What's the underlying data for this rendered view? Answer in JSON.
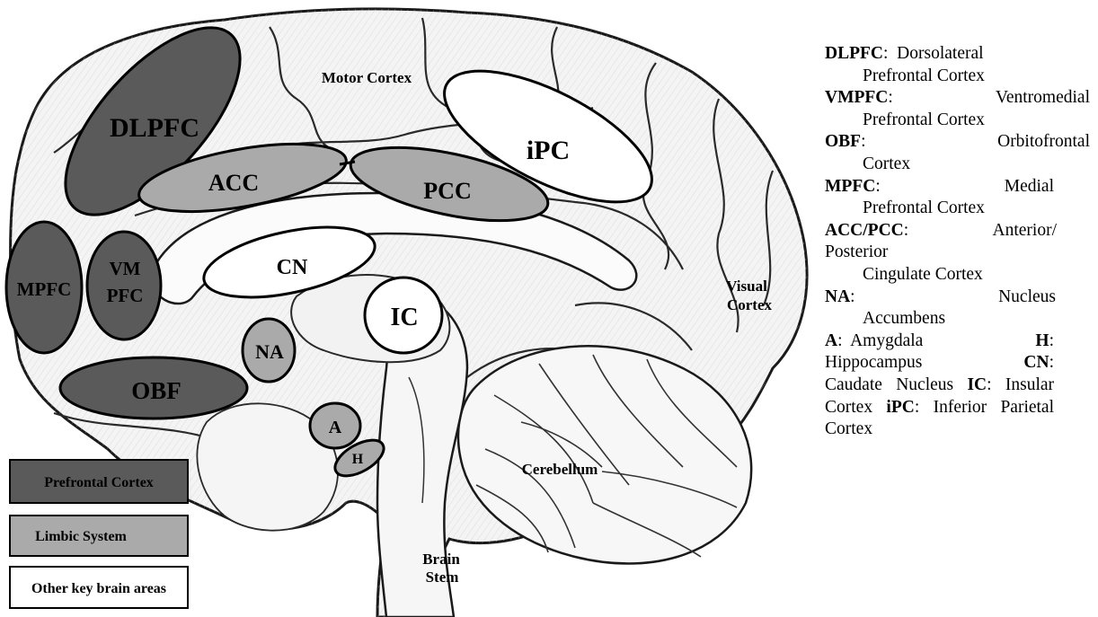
{
  "regions": {
    "dlpfc": "DLPFC",
    "acc": "ACC",
    "pcc": "PCC",
    "ipc": "iPC",
    "cn": "CN",
    "mpfc": "MPFC",
    "vmpfc_line1": "VM",
    "vmpfc_line2": "PFC",
    "ic": "IC",
    "na": "NA",
    "obf": "OBF",
    "a": "A",
    "h": "H"
  },
  "anatomy_labels": {
    "motor_cortex": "Motor Cortex",
    "visual_line1": "Visual",
    "visual_line2": "Cortex",
    "cerebellum": "Cerebellum",
    "brain_line1": "Brain",
    "brain_line2": "Stem"
  },
  "legend": [
    {
      "label": "Prefrontal Cortex",
      "color": "#5a5a5a"
    },
    {
      "label": "Limbic System",
      "color": "#aaaaaa"
    },
    {
      "label": "Other key brain areas",
      "color": "#ffffff"
    }
  ],
  "abbreviations": {
    "dlpfc": {
      "abbr": "DLPFC",
      "full_1": "Dorsolateral",
      "full_2": "Prefrontal Cortex"
    },
    "vmpfc": {
      "abbr": "VMPFC",
      "full_1": "Ventromedial",
      "full_2": "Prefrontal Cortex"
    },
    "obf": {
      "abbr": "OBF",
      "full_1": "Orbitofrontal",
      "full_2": "Cortex"
    },
    "mpfc": {
      "abbr": "MPFC",
      "full_1": "Medial",
      "full_2": "Prefrontal Cortex"
    },
    "acc_pcc": {
      "abbr": "ACC/PCC",
      "full_1": "Anterior/",
      "full_2": "Posterior",
      "full_3": "Cingulate Cortex"
    },
    "na": {
      "abbr": "NA",
      "full_1": "Nucleus",
      "full_2": "Accumbens"
    },
    "a": {
      "abbr": "A",
      "full": "Amygdala"
    },
    "h": {
      "abbr": "H",
      "full": "Hippocampus"
    },
    "cn": {
      "abbr": "CN",
      "full": "Caudate Nucleus"
    },
    "ic": {
      "abbr": "IC",
      "full": "Insular Cortex"
    },
    "ipc": {
      "abbr": "iPC",
      "full": "Inferior Parietal Cortex"
    }
  },
  "colors": {
    "prefrontal": "#5a5a5a",
    "limbic": "#aaaaaa",
    "other": "#ffffff"
  }
}
